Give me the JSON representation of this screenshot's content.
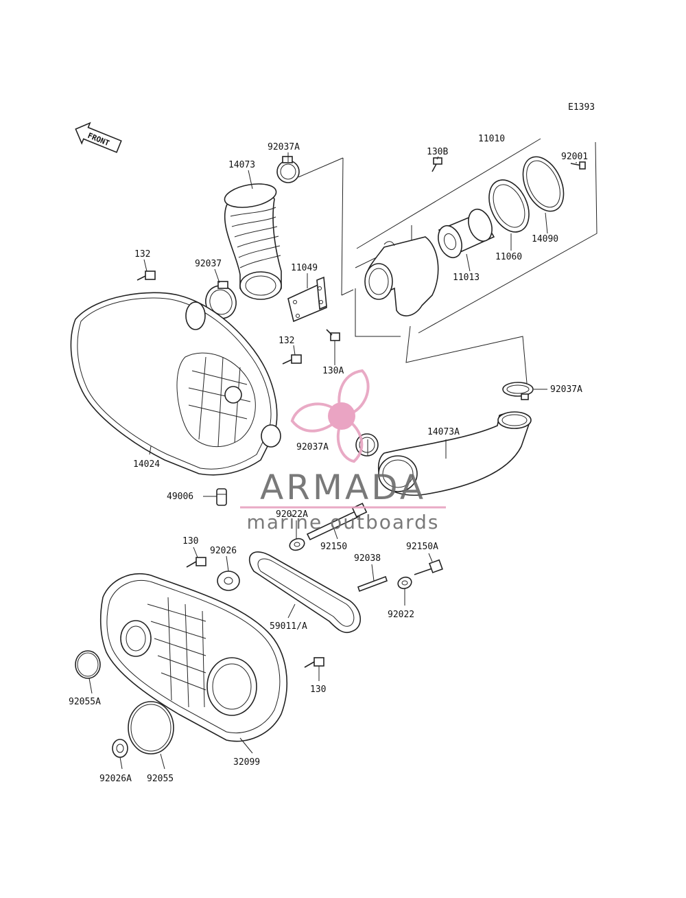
{
  "diagram_code": "E1393",
  "front_label": "FRONT",
  "watermark": {
    "brand": "ARMADA",
    "tagline": "marine outboards",
    "accent_color": "#e7a1bf",
    "hub_color": "#e89bbd",
    "text_color": "#6b6b6b"
  },
  "parts": [
    "92037A",
    "14073",
    "130B",
    "11010",
    "92001",
    "132",
    "92037",
    "11049",
    "14090",
    "11060",
    "11013",
    "132",
    "130A",
    "92037A",
    "92037A",
    "14073A",
    "14024",
    "49006",
    "92022A",
    "130",
    "92026",
    "92150",
    "92150A",
    "92038",
    "92022",
    "59011/A",
    "130",
    "92055A",
    "32099",
    "92026A",
    "92055"
  ]
}
